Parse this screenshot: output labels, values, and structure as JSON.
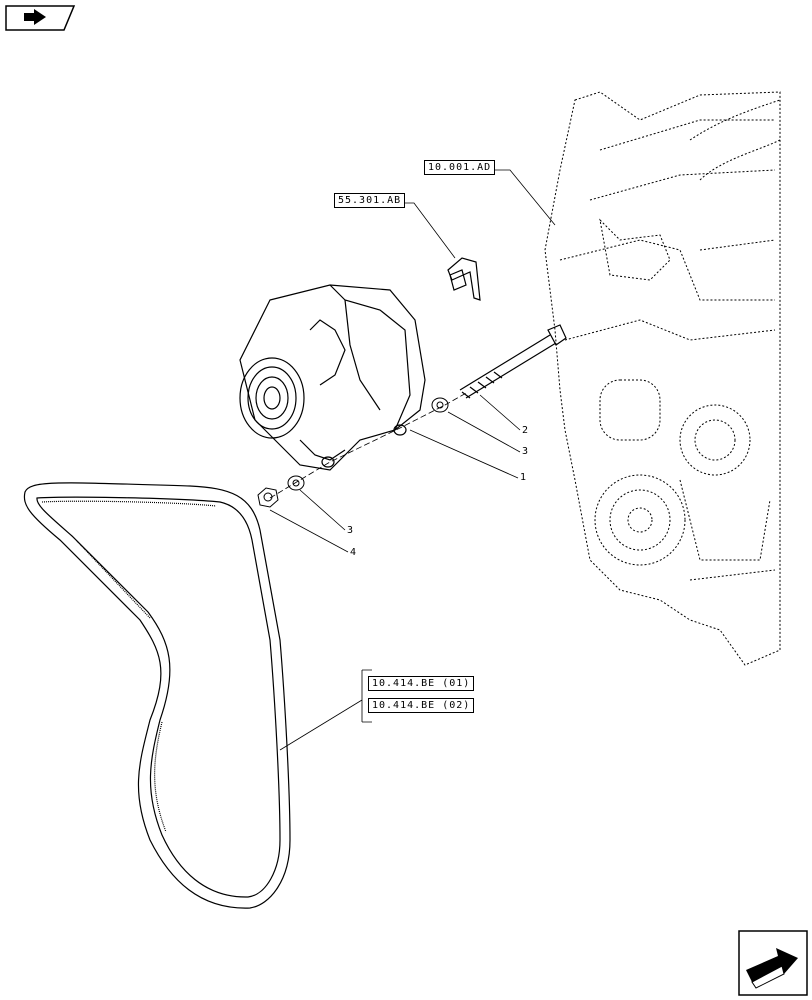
{
  "refs": {
    "engine": "10.001.AD",
    "bracket": "55.301.AB",
    "belt_1": "10.414.BE (01)",
    "belt_2": "10.414.BE (02)"
  },
  "callouts": {
    "bolt": "2",
    "washer_upper": "3",
    "alternator": "1",
    "washer_lower": "3",
    "nut": "4"
  },
  "icons": {
    "top_left": "book-arrow-icon",
    "bottom_right": "next-page-arrow-icon"
  }
}
